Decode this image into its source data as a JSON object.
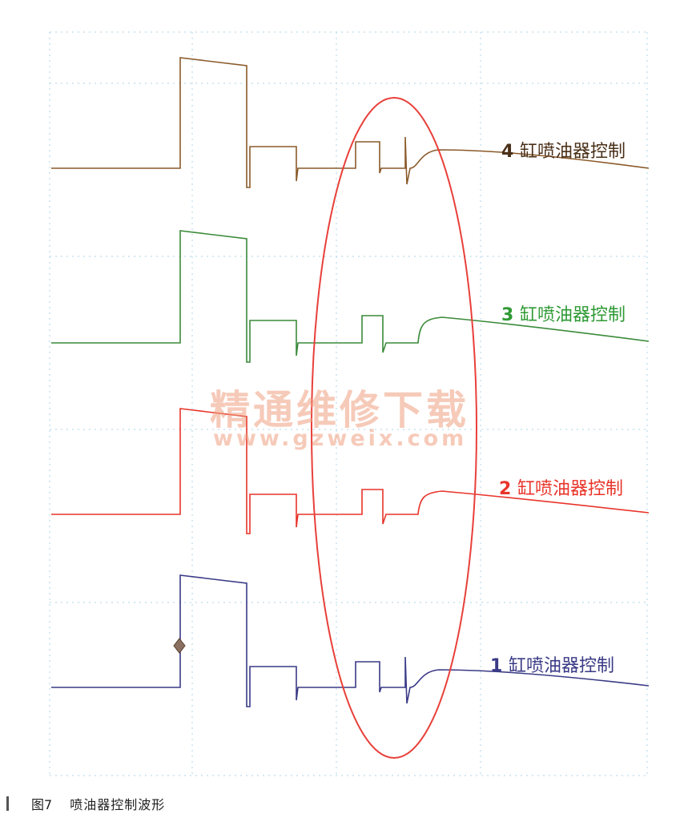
{
  "chart_data": {
    "type": "line",
    "title": "",
    "xlabel": "",
    "ylabel": "",
    "grid": true,
    "annotation": "highlight ellipse over second injection pulses",
    "series": [
      {
        "label_number": "4",
        "label_text": "缸喷油器控制",
        "color": "#8a5a2a",
        "label_color": "#4a3018",
        "text_color": "#4a3018"
      },
      {
        "label_number": "3",
        "label_text": "缸喷油器控制",
        "color": "#3a8a3a",
        "label_color": "#2f9a35",
        "text_color": "#2f9a35"
      },
      {
        "label_number": "2",
        "label_text": "缸喷油器控制",
        "color": "#e8342a",
        "label_color": "#e8342a",
        "text_color": "#e8342a"
      },
      {
        "label_number": "1",
        "label_text": "缸喷油器控制",
        "color": "#3a3a86",
        "label_color": "#3a3a86",
        "text_color": "#3a3a86"
      }
    ],
    "highlight_color": "#e8403a",
    "grid_color": "#bcdcec"
  },
  "watermark": {
    "title": "精通维修下载",
    "url": "www.gzweix.com",
    "color": "#f0a080"
  },
  "caption": {
    "figure_number": "图7",
    "text": "喷油器控制波形"
  }
}
